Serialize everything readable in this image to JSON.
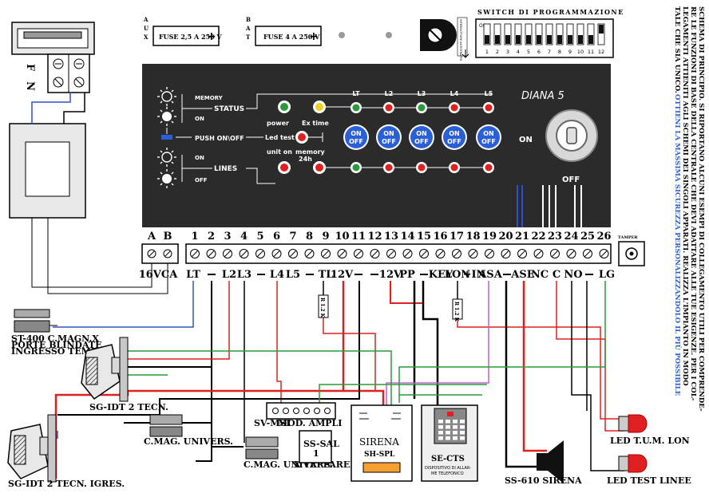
{
  "panel": {
    "brand": "DIANA 5",
    "status_memory": "MEMORY",
    "status_label": "STATUS",
    "status_on": "ON",
    "push_label": "PUSH ON\\OFF",
    "led_test": "Led test",
    "lines_on": "ON",
    "lines_label": "LINES",
    "lines_off": "OFF",
    "power": "power",
    "ex_time": "Ex time",
    "unit_on": "unit on",
    "memory24": "memory",
    "memory24b": "24h",
    "zone_labels": [
      "LT",
      "L2",
      "L3",
      "L4",
      "L5"
    ],
    "button_label_top": "ON",
    "button_label_bottom": "OFF",
    "key_on": "ON",
    "key_off": "OFF"
  },
  "top": {
    "aux_label": [
      "A",
      "U",
      "X"
    ],
    "bat_label": [
      "B",
      "A",
      "T"
    ],
    "fuse_aux": "FUSE 2,5 A 250 V",
    "fuse_bat": "FUSE 4 A 250 V",
    "switch_title": "SWITCH DI PROGRAMMAZIONE",
    "switch_on": "ON",
    "switch_numbers": [
      "1",
      "2",
      "3",
      "4",
      "5",
      "6",
      "7",
      "8",
      "9",
      "10",
      "11",
      "12"
    ],
    "tamper_small": "INTERRUTTORE ANTISTRAPPO",
    "fn_f": "F",
    "fn_n": "N"
  },
  "terminals": {
    "ab": [
      "A",
      "B"
    ],
    "numbers": [
      "1",
      "2",
      "3",
      "4",
      "5",
      "6",
      "7",
      "8",
      "9",
      "10",
      "11",
      "12",
      "13",
      "14",
      "15",
      "16",
      "17",
      "18",
      "19",
      "20",
      "21",
      "22",
      "23",
      "24",
      "25",
      "26"
    ],
    "tamper": "TAMPER",
    "bottom_labels": [
      "16VCA",
      "LT",
      "L2",
      "L3",
      "L4",
      "L5",
      "TL",
      "12V",
      "12V",
      "PP",
      "KEY",
      "LON",
      "+IN",
      "ASA",
      "ASE",
      "NC",
      "C",
      "NO",
      "LG"
    ]
  },
  "devices": {
    "st400": "ST-400 C.MAGN.X",
    "st400b": "PORTE BLINDATE",
    "st400c": "INGRESSO TEMP.",
    "sg1": "SG-IDT 2 TECN.",
    "sg2": "SG-IDT 2 TECN. IGRES.",
    "cmag1": "C.MAG. UNIVERS.",
    "cmag2": "C.MAG. UNIVERS.",
    "xtapp": "X TAPPARELLE",
    "svmsi": "SV-MSI",
    "modampli": "MOD. AMPLI",
    "sssal": "SS-SAL",
    "sssal_n": "1",
    "sirena": "SIRENA",
    "sirena_m": "SH-SPL",
    "sects": "SE-CTS",
    "sects_1": "DISPOSITIVO DI ALLAR-",
    "sects_2": "ME TELEFONICO",
    "ss610": "SS-610 SIRENA",
    "led_tum": "LED T.U.M. LON",
    "led_test": "LED TEST LINEE",
    "res1": "R 1.2 K",
    "res2": "R 1.2 K"
  },
  "side_text": [
    "SCHEMA DI PRINCIPIO. SI RIPORTANO ALCUNI ESEMPI DI COLLEGAMENTO UTILI PER COMPRENDE-",
    "RE LE FUNZIONI DI BASE DELLA CENTRALE CHE DEVI ADATTARE ALLE TUE ESIGENZE. PER I COL-",
    "LEGAMENTI ATTIENITI AGLI SCHEMI DEI SINGOLI APPARATI. REALIZZA L'IMPIANTO IN MODO",
    "TALE CHE SIA UNICO."
  ],
  "side_text_blue": "OTTIENI LA MASSIMA SICUREZZA PERSONALIZZANDOLO IL PIÙ POSSIBILE",
  "colors": {
    "panel": "#2b2b2b",
    "wire_red": "#e02020",
    "wire_blue": "#3050c8",
    "wire_green": "#2a9a3a",
    "wire_purple": "#c060d0",
    "button_blue": "#2a5fd8"
  }
}
